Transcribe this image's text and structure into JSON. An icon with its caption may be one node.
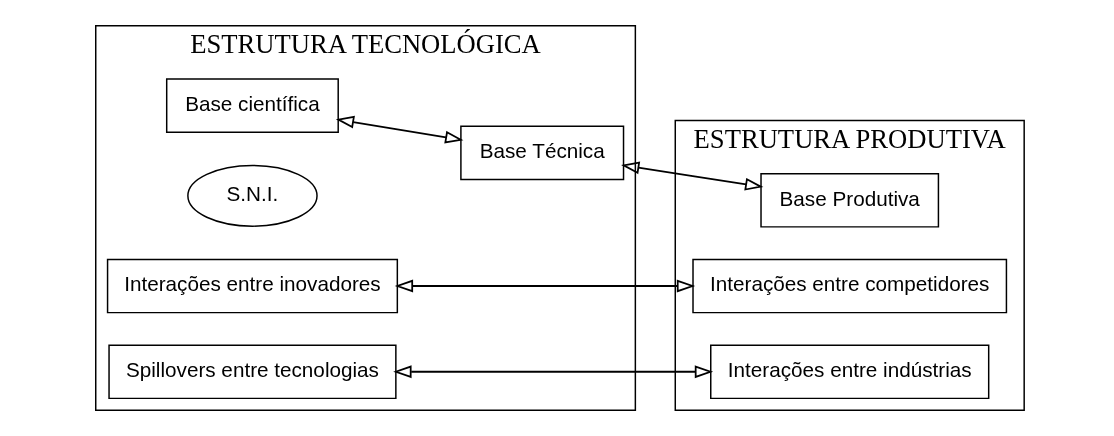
{
  "diagram": {
    "nodes": [
      {
        "text": [
          "ESTRUTURA TECNOLÓGICA"
        ]
      },
      {
        "text": [
          "Base científica"
        ],
        "in": 0
      },
      {
        "text": [
          "Base Técnica"
        ],
        "in": 0
      },
      {
        "text": [
          "S.N.I."
        ],
        "in": 0
      },
      {
        "text": [
          "Interações entre inovadores"
        ],
        "in": 0
      },
      {
        "text": [
          "Spillovers entre tecnologias"
        ],
        "in": 0
      },
      {
        "text": [
          "ESTRUTURA PRODUTIVA"
        ]
      },
      {
        "text": [
          "Base Produtiva"
        ],
        "in": 6
      },
      {
        "text": [
          "Interações entre competidores"
        ],
        "in": 6
      },
      {
        "text": [
          "Interações entre indústrias"
        ],
        "in": 6
      }
    ],
    "edges": [
      {
        "from": 1,
        "to": 2,
        "arrow": "both"
      },
      {
        "from": 2,
        "to": 7,
        "arrow": "both"
      },
      {
        "from": 4,
        "to": 8,
        "arrow": "both"
      },
      {
        "from": 5,
        "to": 9,
        "arrow": "both"
      }
    ]
  }
}
